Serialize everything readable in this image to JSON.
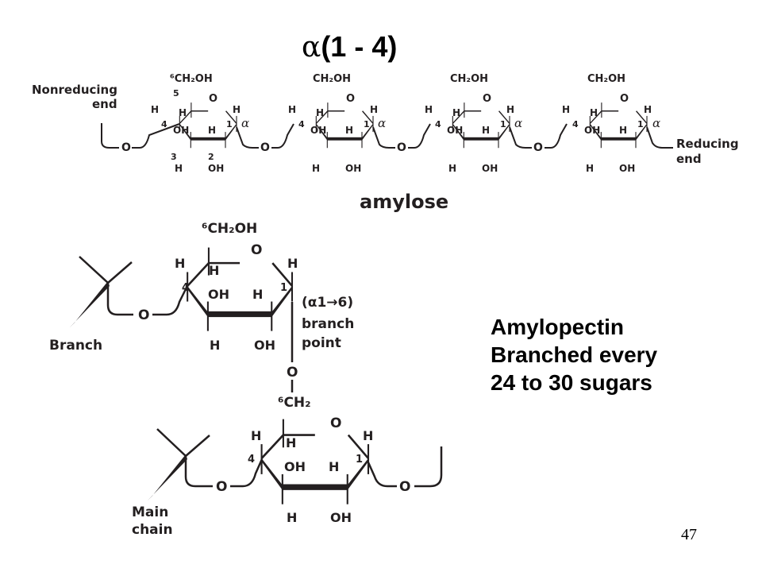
{
  "title": {
    "alpha": "α",
    "linkage": "(1 - 4)"
  },
  "amylose": {
    "caption": "amylose",
    "nonreducing_line1": "Nonreducing",
    "nonreducing_line2": "end",
    "reducing_line1": "Reducing",
    "reducing_line2": "end",
    "ch2oh": "CH₂OH",
    "ch2oh_numbered": "⁶CH₂OH",
    "ring_o": "O",
    "h": "H",
    "oh": "OH",
    "alpha": "α",
    "link_o": "O",
    "num_1": "1",
    "num_2": "2",
    "num_3": "3",
    "num_4": "4",
    "num_5": "5"
  },
  "amylopectin": {
    "upper_ch2oh": "⁶CH₂OH",
    "lower_ch2": "⁶CH₂",
    "ring_o": "O",
    "h": "H",
    "oh": "OH",
    "link_o": "O",
    "num_1": "1",
    "num_4": "4",
    "branch_linkage": "(α1→6)",
    "branch_point_line1": "branch",
    "branch_point_line2": "point",
    "branch_label": "Branch",
    "main_chain_line1": "Main",
    "main_chain_line2": "chain"
  },
  "side_text": {
    "line1": "Amylopectin",
    "line2": "Branched every",
    "line3": "24 to 30 sugars"
  },
  "page_number": "47"
}
